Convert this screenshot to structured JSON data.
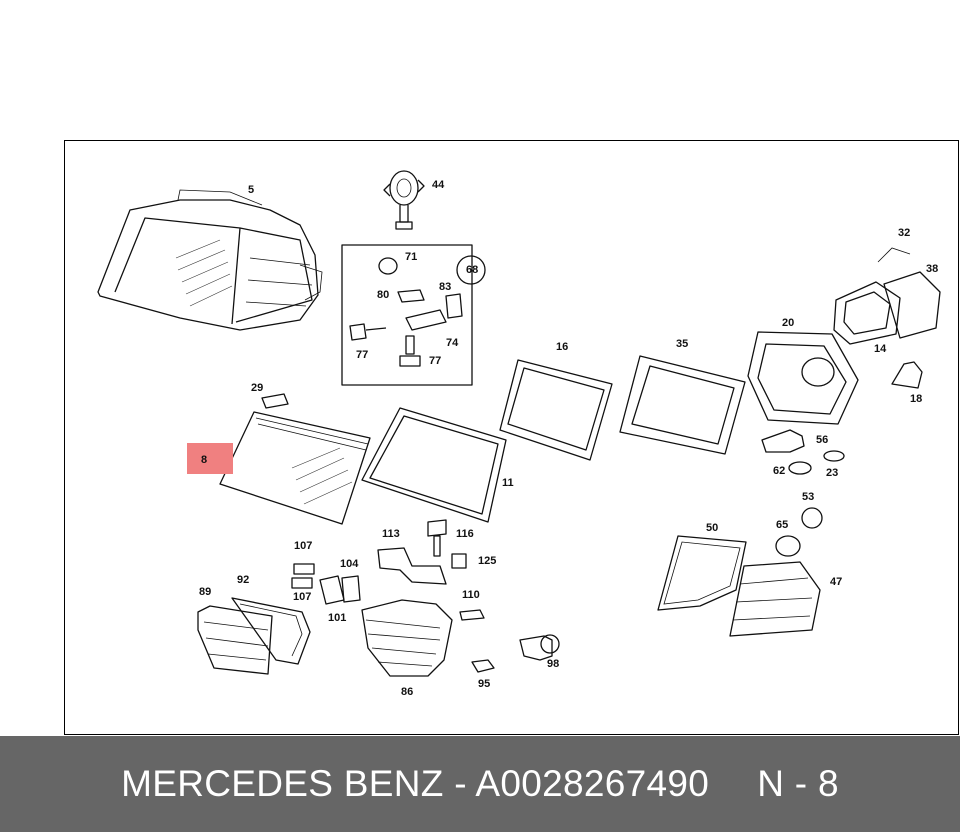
{
  "footer": {
    "part_text": "MERCEDES BENZ - A0028267490",
    "ref_text": "N - 8"
  },
  "highlight": {
    "label": "8",
    "color": "#f08080"
  },
  "callouts": [
    "5",
    "44",
    "71",
    "68",
    "80",
    "83",
    "77",
    "74",
    "77",
    "32",
    "38",
    "14",
    "18",
    "20",
    "16",
    "35",
    "29",
    "11",
    "56",
    "62",
    "23",
    "53",
    "50",
    "65",
    "47",
    "113",
    "116",
    "125",
    "107",
    "104",
    "101",
    "107",
    "89",
    "92",
    "110",
    "98",
    "95",
    "86"
  ]
}
